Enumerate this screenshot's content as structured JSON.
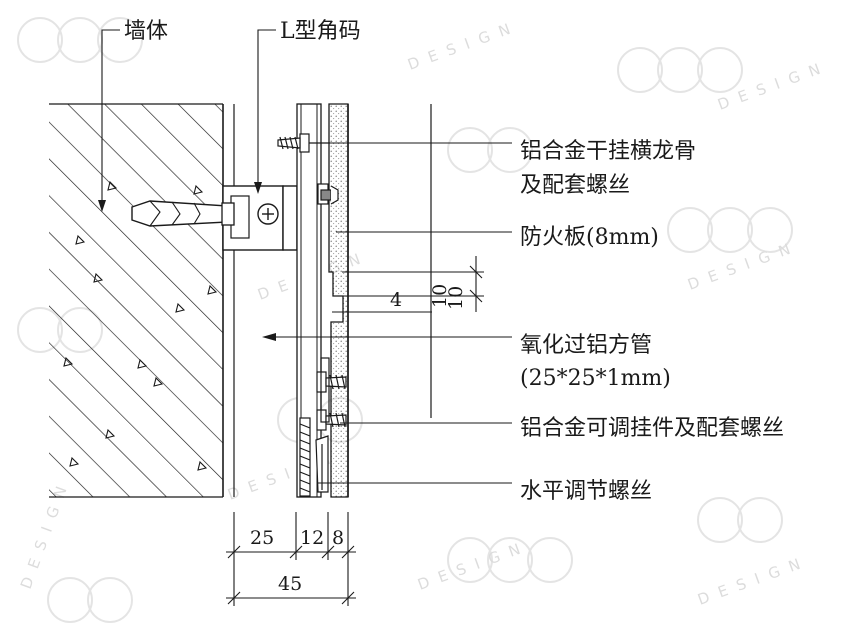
{
  "watermark": {
    "text": "DESIGN",
    "color": "#d9d9d9"
  },
  "labels": {
    "wall": "墙体",
    "l_bracket": "L型角码",
    "keel_line1": "铝合金干挂横龙骨",
    "keel_line2": "及配套螺丝",
    "fireboard": "防火板(8mm)",
    "tube_line1": "氧化过铝方管",
    "tube_line2": "(25*25*1mm)",
    "hanger": "铝合金可调挂件及配套螺丝",
    "level_screw": "水平调节螺丝"
  },
  "dimensions": {
    "gap": "4",
    "joint": "10",
    "joint_dup": "10",
    "d25": "25",
    "d12": "12",
    "d8": "8",
    "d45": "45"
  }
}
